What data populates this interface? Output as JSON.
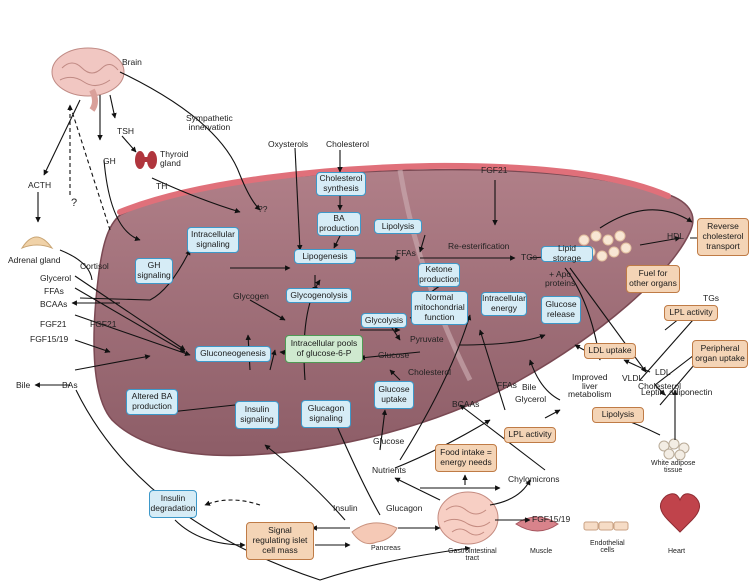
{
  "labels": {
    "brain": "Brain",
    "sympathetic": "Sympathetic\ninnervation",
    "tsh": "TSH",
    "thyroid": "Thyroid\ngland",
    "gh": "GH",
    "th": "TH",
    "acth": "ACTH",
    "question": "?",
    "adrenal": "Adrenal gland",
    "cortisol": "Cortisol",
    "glycerol": "Glycerol",
    "ffas_left": "FFAs",
    "bcaas_left": "BCAAs",
    "fgf21_left": "FGF21",
    "fgf21_arrow": "FGF21",
    "fgf1519_left": "FGF15/19",
    "bile_left": "Bile",
    "bas": "BAs",
    "oxysterols": "Oxysterols",
    "cholesterol_top": "Cholesterol",
    "fgf21_top": "FGF21",
    "qq": "??",
    "ffas_mid": "FFAs",
    "reesterification": "Re-esterification",
    "tgs_mid": "TGs",
    "hdl": "HDL",
    "apo": "+ Apo\nproteins",
    "glycogen": "Glycogen",
    "pyruvate": "Pyruvate",
    "glucose_mid": "Glucose",
    "cholesterol_mid": "Cholesterol",
    "vldl": "VLDL",
    "tgs_right": "TGs",
    "ldl": "LDL",
    "cholesterol_right": "Cholesterol",
    "bcaas_bottom": "BCAAs",
    "ffas_bottom": "FFAs",
    "bile_bottom": "Bile",
    "glycerol_bottom": "Glycerol",
    "improved": "Improved\nliver\nmetabolism",
    "leptin": "Leptin, adiponectin",
    "glucose_bottom": "Glucose",
    "nutrients": "Nutrients",
    "chylomicrons": "Chylomicrons",
    "fgf1519_bottom": "FGF15/19",
    "insulin_bottom": "Insulin",
    "glucagon_bottom": "Glucagon",
    "gt_arrow": ">>",
    "pancreas": "Pancreas",
    "gi": "Gastrointestinal\ntract",
    "muscle": "Muscle",
    "endothelial": "Endothelial\ncells",
    "heart": "Heart",
    "wat": "White adipose\ntissue"
  },
  "boxes": {
    "chol_synth": "Cholesterol\nsynthesis",
    "ba_prod": "BA\nproduction",
    "intracellular_signaling": "Intracellular\nsignaling",
    "gh_signaling": "GH\nsignaling",
    "lipogenesis": "Lipogenesis",
    "lipolysis_liver": "Lipolysis",
    "glycogenolysis": "Glycogenolysis",
    "ketone": "Ketone\nproduction",
    "mito": "Normal\nmitochondrial\nfunction",
    "intracellular_energy": "Intracellular\nenergy",
    "glycolysis": "Glycolysis",
    "pools": "Intracellular pools\nof glucose-6-P",
    "gluconeogenesis": "Gluconeogenesis",
    "lipid_storage": "Lipid storage",
    "glucose_release": "Glucose\nrelease",
    "altered_ba": "Altered BA\nproduction",
    "insulin_signaling": "Insulin\nsignaling",
    "glucagon_signaling": "Glucagon\nsignaling",
    "glucose_uptake": "Glucose\nuptake",
    "insulin_degradation": "Insulin\ndegradation",
    "reverse_chol": "Reverse\ncholesterol\ntransport",
    "fuel": "Fuel for\nother organs",
    "lpl_activity_right": "LPL activity",
    "ldl_uptake": "LDL uptake",
    "peripheral": "Peripheral\norgan uptake",
    "lipolysis_wat": "Lipolysis",
    "lpl_activity_bottom": "LPL activity",
    "food_intake": "Food intake =\nenergy needs",
    "signal_islet": "Signal\nregulating islet\ncell mass"
  }
}
